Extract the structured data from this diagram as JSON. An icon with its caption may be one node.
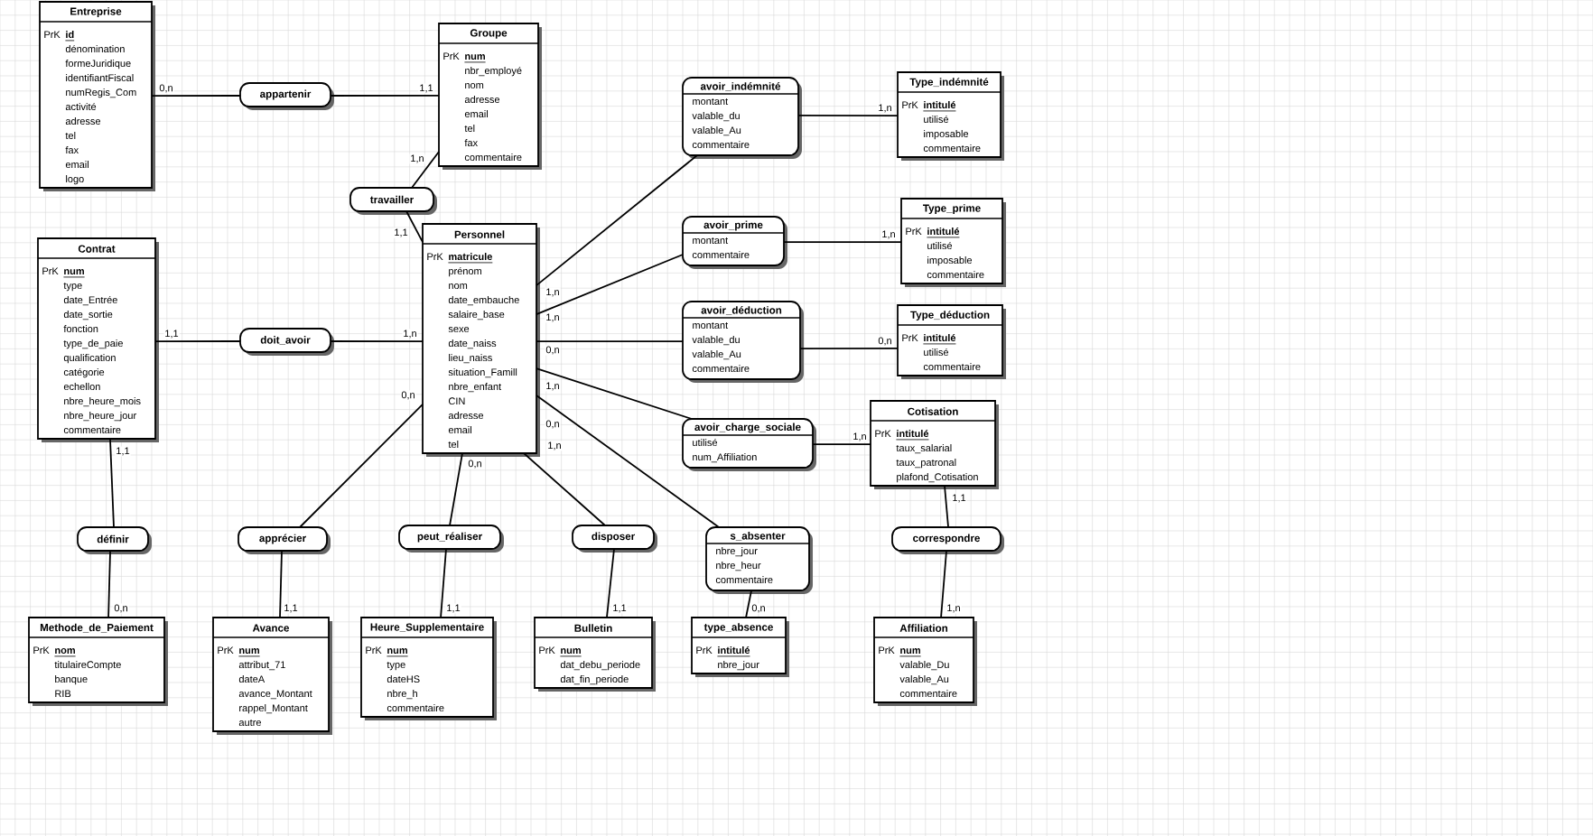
{
  "diagram": {
    "nodes": [
      {
        "text": [
          "Entreprise",
          "PrK",
          "id",
          "dénomination",
          "formeJuridique",
          "identifiantFiscal",
          "numRegis_Com",
          "activité",
          "adresse",
          "tel",
          "fax",
          "email",
          "logo"
        ]
      },
      {
        "text": [
          "appartenir"
        ]
      },
      {
        "text": [
          "Groupe",
          "PrK",
          "num",
          "nbr_employé",
          "nom",
          "adresse",
          "email",
          "tel",
          "fax",
          "commentaire"
        ]
      },
      {
        "text": [
          "avoir_indémnité",
          "montant",
          "valable_du",
          "valable_Au",
          "commentaire"
        ]
      },
      {
        "text": [
          "Type_indémnité",
          "PrK",
          "intitulé",
          "utilisé",
          "imposable",
          "commentaire"
        ]
      },
      {
        "text": [
          "travailler"
        ]
      },
      {
        "text": [
          "Personnel",
          "PrK",
          "matricule",
          "prénom",
          "nom",
          "date_embauche",
          "salaire_base",
          "sexe",
          "date_naiss",
          "lieu_naiss",
          "situation_Famill",
          "nbre_enfant",
          "CIN",
          "adresse",
          "email",
          "tel"
        ]
      },
      {
        "text": [
          "avoir_prime",
          "montant",
          "commentaire"
        ]
      },
      {
        "text": [
          "Type_prime",
          "PrK",
          "intitulé",
          "utilisé",
          "imposable",
          "commentaire"
        ]
      },
      {
        "text": [
          "Contrat",
          "PrK",
          "num",
          "type",
          "date_Entrée",
          "date_sortie",
          "fonction",
          "type_de_paie",
          "qualification",
          "catégorie",
          "echellon",
          "nbre_heure_mois",
          "nbre_heure_jour",
          "commentaire"
        ]
      },
      {
        "text": [
          "doit_avoir"
        ]
      },
      {
        "text": [
          "avoir_déduction",
          "montant",
          "valable_du",
          "valable_Au",
          "commentaire"
        ]
      },
      {
        "text": [
          "Type_déduction",
          "PrK",
          "intitulé",
          "utilisé",
          "commentaire"
        ]
      },
      {
        "text": [
          "Cotisation",
          "PrK",
          "intitulé",
          "taux_salarial",
          "taux_patronal",
          "plafond_Cotisation"
        ]
      },
      {
        "text": [
          "avoir_charge_sociale",
          "utilisé",
          "num_Affiliation"
        ]
      },
      {
        "text": [
          "définir"
        ]
      },
      {
        "text": [
          "apprécier"
        ]
      },
      {
        "text": [
          "peut_réaliser"
        ]
      },
      {
        "text": [
          "disposer"
        ]
      },
      {
        "text": [
          "s_absenter",
          "nbre_jour",
          "nbre_heur",
          "commentaire"
        ]
      },
      {
        "text": [
          "correspondre"
        ]
      },
      {
        "text": [
          "Methode_de_Paiement",
          "PrK",
          "nom",
          "titulaireCompte",
          "banque",
          "RIB"
        ]
      },
      {
        "text": [
          "Avance",
          "PrK",
          "num",
          "attribut_71",
          "dateA",
          "avance_Montant",
          "rappel_Montant",
          "autre"
        ]
      },
      {
        "text": [
          "Heure_Supplementaire",
          "PrK",
          "num",
          "type",
          "dateHS",
          "nbre_h",
          "commentaire"
        ]
      },
      {
        "text": [
          "Bulletin",
          "PrK",
          "num",
          "dat_debu_periode",
          "dat_fin_periode"
        ]
      },
      {
        "text": [
          "type_absence",
          "PrK",
          "intitulé",
          "nbre_jour"
        ]
      },
      {
        "text": [
          "Affiliation",
          "PrK",
          "num",
          "valable_Du",
          "valable_Au",
          "commentaire"
        ]
      }
    ],
    "edges": [
      {
        "from": 0,
        "to": 1,
        "arrow": "none",
        "label": "0,n"
      },
      {
        "from": 2,
        "to": 1,
        "arrow": "none",
        "label": "1,1"
      },
      {
        "from": 2,
        "to": 5,
        "arrow": "none",
        "label": "1,n"
      },
      {
        "from": 6,
        "to": 5,
        "arrow": "none",
        "label": "1,1"
      },
      {
        "from": 6,
        "to": 3,
        "arrow": "none",
        "label": "1,n"
      },
      {
        "from": 4,
        "to": 3,
        "arrow": "none",
        "label": "1,n"
      },
      {
        "from": 6,
        "to": 7,
        "arrow": "none",
        "label": "1,n"
      },
      {
        "from": 8,
        "to": 7,
        "arrow": "none",
        "label": "1,n"
      },
      {
        "from": 9,
        "to": 10,
        "arrow": "none",
        "label": "1,1"
      },
      {
        "from": 6,
        "to": 10,
        "arrow": "none",
        "label": "1,n"
      },
      {
        "from": 6,
        "to": 11,
        "arrow": "none",
        "label": "0,n"
      },
      {
        "from": 12,
        "to": 11,
        "arrow": "none",
        "label": "0,n"
      },
      {
        "from": 6,
        "to": 14,
        "arrow": "none",
        "label": "1,n"
      },
      {
        "from": 13,
        "to": 14,
        "arrow": "none",
        "label": "1,n"
      },
      {
        "from": 9,
        "to": 15,
        "arrow": "none",
        "label": "1,1"
      },
      {
        "from": 21,
        "to": 15,
        "arrow": "none",
        "label": "0,n"
      },
      {
        "from": 6,
        "to": 16,
        "arrow": "none",
        "label": "0,n"
      },
      {
        "from": 22,
        "to": 16,
        "arrow": "none",
        "label": "1,1"
      },
      {
        "from": 6,
        "to": 17,
        "arrow": "none",
        "label": "0,n"
      },
      {
        "from": 23,
        "to": 17,
        "arrow": "none",
        "label": "1,1"
      },
      {
        "from": 6,
        "to": 18,
        "arrow": "none",
        "label": "1,n"
      },
      {
        "from": 24,
        "to": 18,
        "arrow": "none",
        "label": "1,1"
      },
      {
        "from": 6,
        "to": 19,
        "arrow": "none",
        "label": "0,n"
      },
      {
        "from": 25,
        "to": 19,
        "arrow": "none",
        "label": "0,n"
      },
      {
        "from": 13,
        "to": 20,
        "arrow": "none",
        "label": "1,1"
      },
      {
        "from": 26,
        "to": 20,
        "arrow": "none",
        "label": "1,n"
      }
    ]
  }
}
